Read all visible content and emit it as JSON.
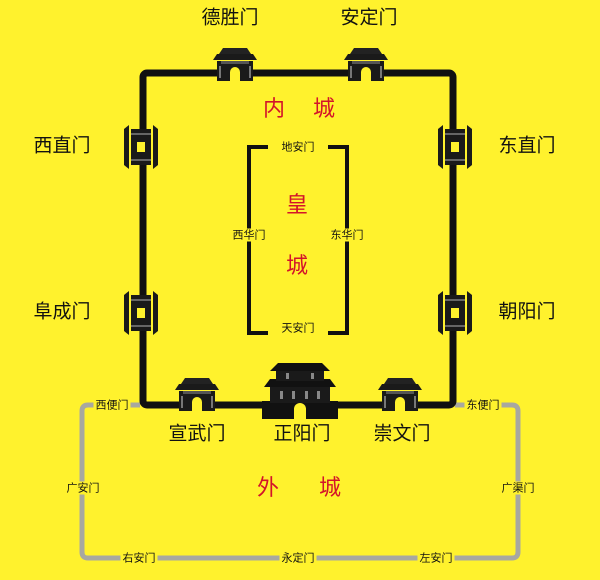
{
  "outer_gates": {
    "desheng": "德胜门",
    "anding": "安定门",
    "xizhi": "西直门",
    "dongzhi": "东直门",
    "fucheng": "阜成门",
    "chaoyang": "朝阳门",
    "xuanwu": "宣武门",
    "zhengyang": "正阳门",
    "chongwen": "崇文门"
  },
  "inner_city": {
    "char1": "内",
    "char2": "城"
  },
  "imperial_city": {
    "char1": "皇",
    "char2": "城",
    "gates": {
      "dianan": "地安门",
      "tianan": "天安门",
      "xihua": "西华门",
      "donghua": "东华门"
    }
  },
  "outer_city": {
    "char1": "外",
    "char2": "城",
    "gates": {
      "xibian": "西便门",
      "dongbian": "东便门",
      "guangan": "广安门",
      "guangqu": "广渠门",
      "youan": "右安门",
      "yongding": "永定门",
      "zuoan": "左安门"
    }
  },
  "colors": {
    "background": "#FFF22D",
    "wall_black": "#111111",
    "outer_wall_gray": "#A8A8A0",
    "title_red": "#D3142A"
  },
  "icons": [
    "gate-tower-icon",
    "zhengyang-gate-icon"
  ]
}
